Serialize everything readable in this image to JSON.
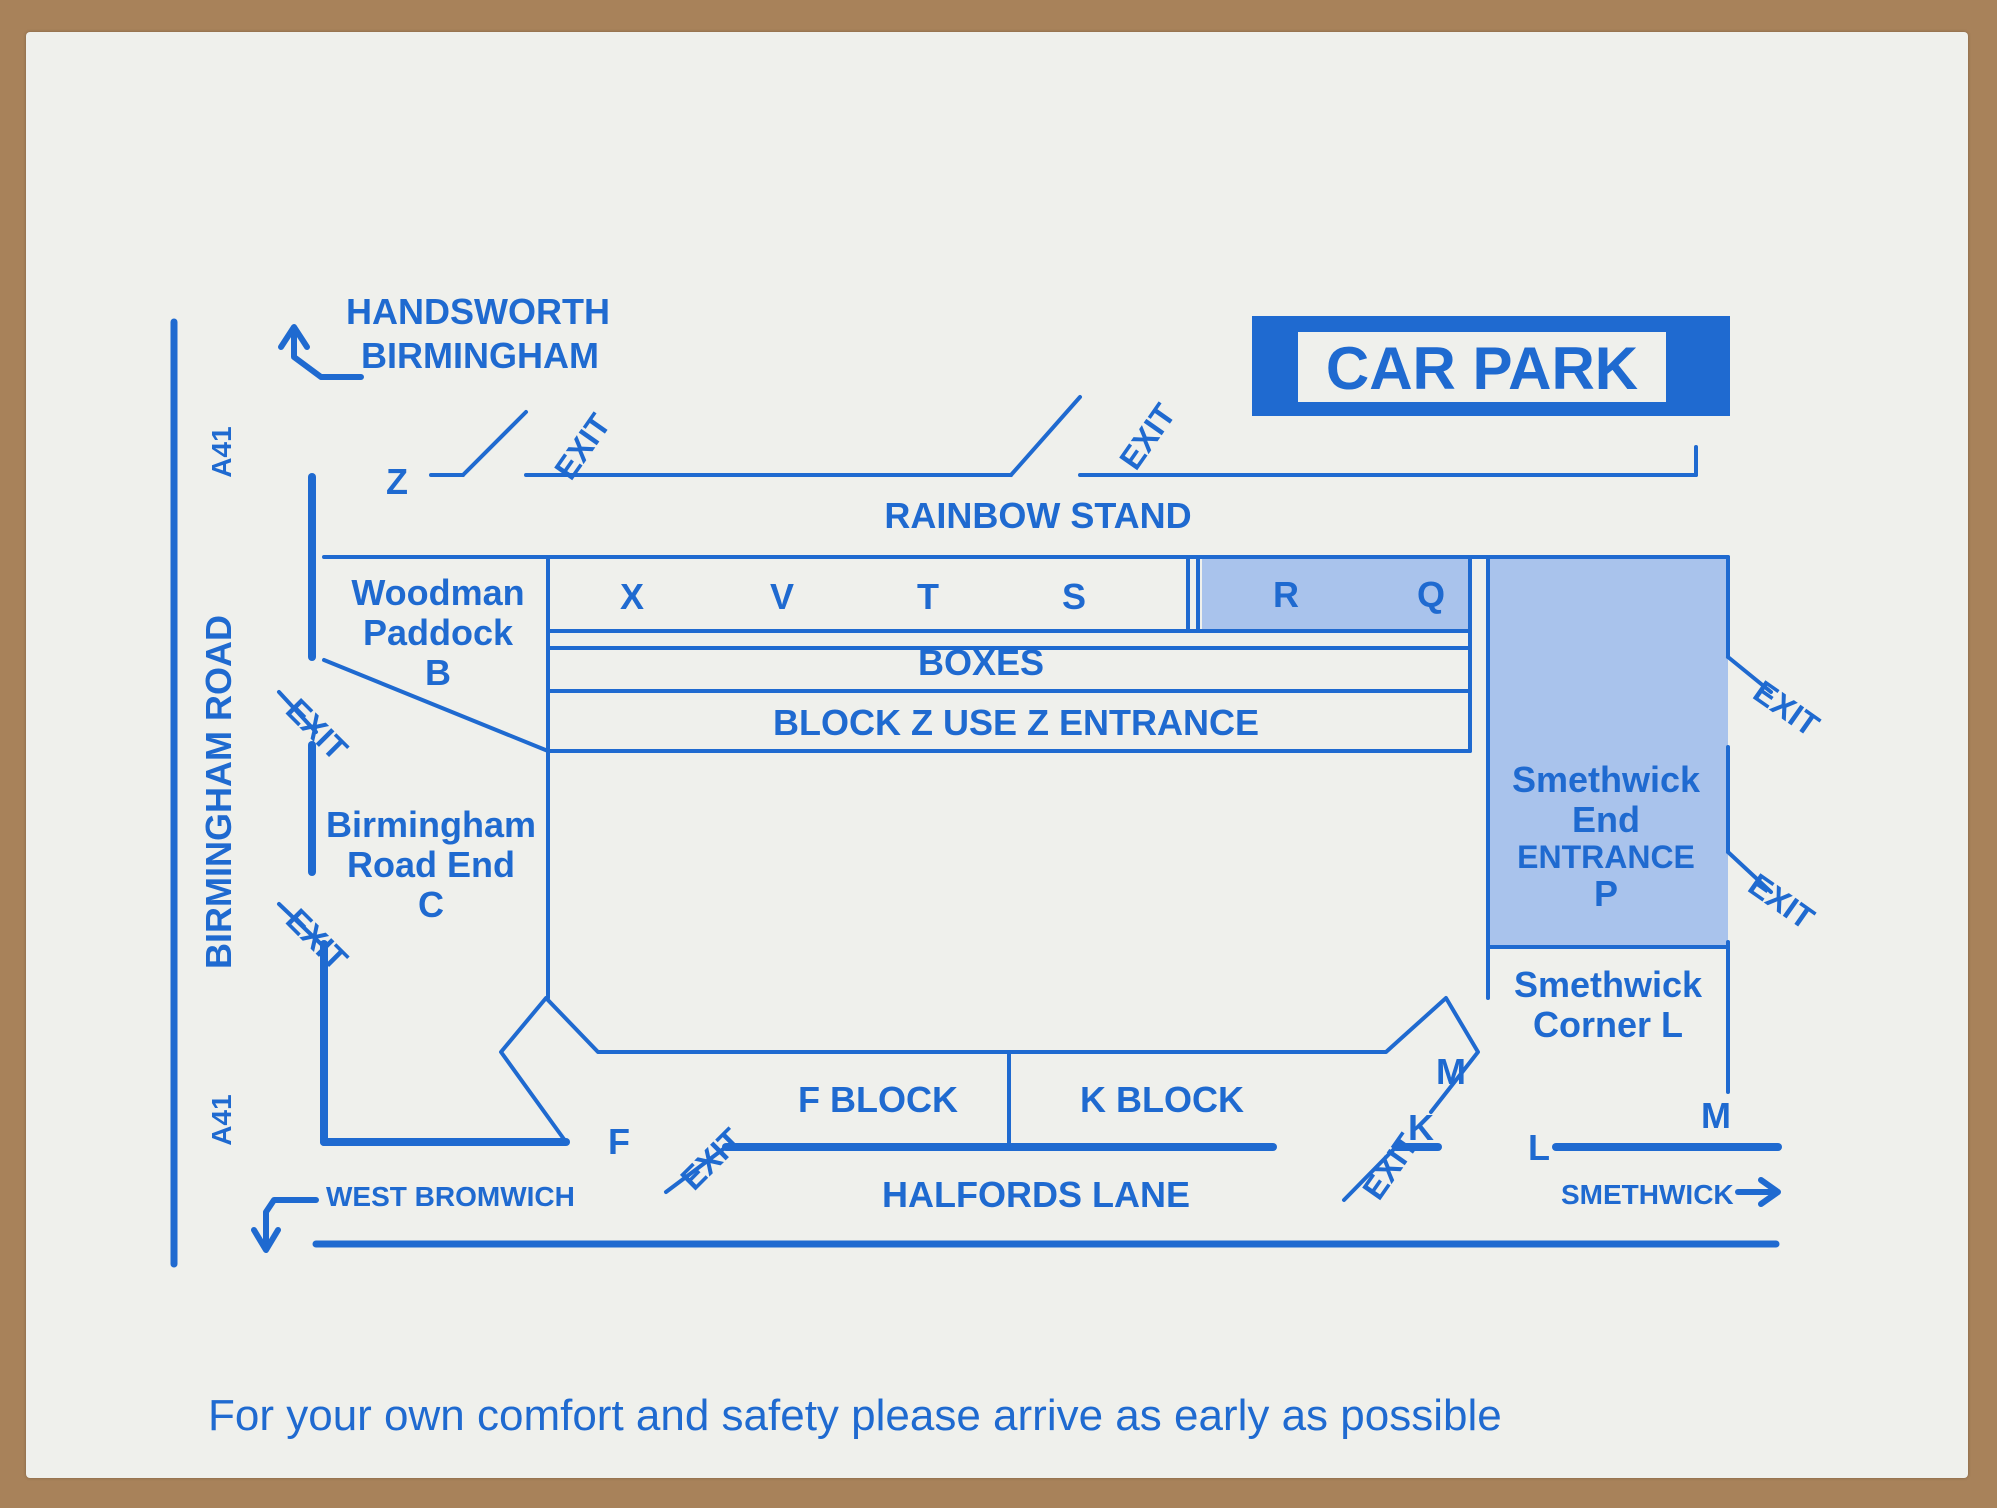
{
  "title": "CAR PARK",
  "footer": "For your own comfort and safety please arrive as early as possible",
  "colors": {
    "ink": "#1f6ad0",
    "paper": "#eff0ec",
    "shade": "#a9c3ec"
  },
  "directions": {
    "north_line1": "HANDSWORTH",
    "north_line2": "BIRMINGHAM",
    "west": "WEST BROMWICH",
    "east": "SMETHWICK"
  },
  "roads": {
    "birmingham_road": "BIRMINGHAM ROAD",
    "a41_top": "A41",
    "a41_bottom": "A41",
    "halfords_lane": "HALFORDS LANE"
  },
  "stands": {
    "rainbow": "RAINBOW STAND",
    "boxes": "BOXES",
    "block_z": "BLOCK Z USE Z ENTRANCE",
    "woodman_1": "Woodman",
    "woodman_2": "Paddock",
    "woodman_3": "B",
    "brend_1": "Birmingham",
    "brend_2": "Road End",
    "brend_3": "C",
    "smend_1": "Smethwick",
    "smend_2": "End",
    "smend_3": "ENTRANCE",
    "smend_4": "P",
    "smcorner_1": "Smethwick",
    "smcorner_2": "Corner L",
    "f_block": "F BLOCK",
    "k_block": "K BLOCK"
  },
  "blocks": [
    "X",
    "V",
    "T",
    "S"
  ],
  "shaded_blocks": [
    "R",
    "Q"
  ],
  "letters": {
    "z": "Z",
    "f": "F",
    "k": "K",
    "l": "L",
    "m_inner": "M",
    "m_outer": "M"
  },
  "exit_label": "EXIT"
}
